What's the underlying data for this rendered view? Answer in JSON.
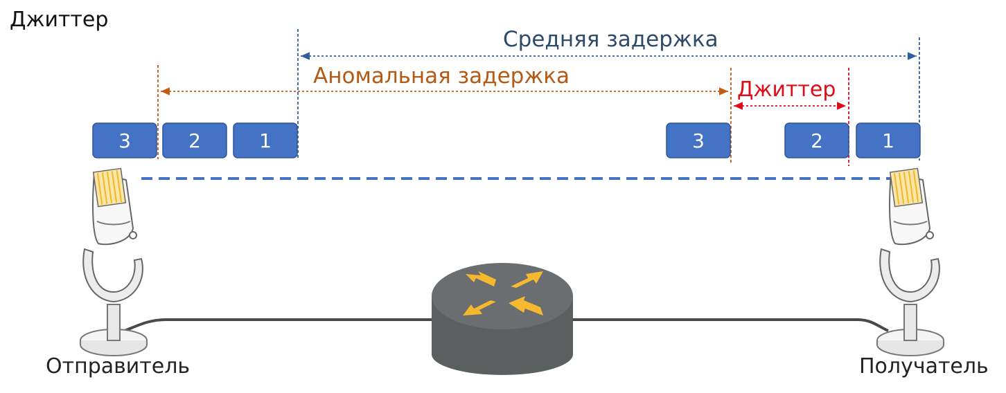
{
  "title": "Джиттер",
  "dimensions": {
    "average_delay": "Средняя задержка",
    "anomalous_delay": "Аномальная задержка",
    "jitter": "Джиттер"
  },
  "sender_packets": [
    "3",
    "2",
    "1"
  ],
  "receiver_packets": [
    "3",
    "2",
    "1"
  ],
  "sender_label": "Отправитель",
  "receiver_label": "Получатель",
  "colors": {
    "packet": "#4472c4",
    "average_delay": "#2d4a68",
    "anomalous_delay": "#c55a11",
    "jitter": "#e00b18",
    "flow_arrow": "#4472c4",
    "router": "#636768",
    "router_arrows": "#f5b82e",
    "cable": "#4a4a4a"
  },
  "icons": [
    "microphone-icon",
    "router-icon"
  ]
}
